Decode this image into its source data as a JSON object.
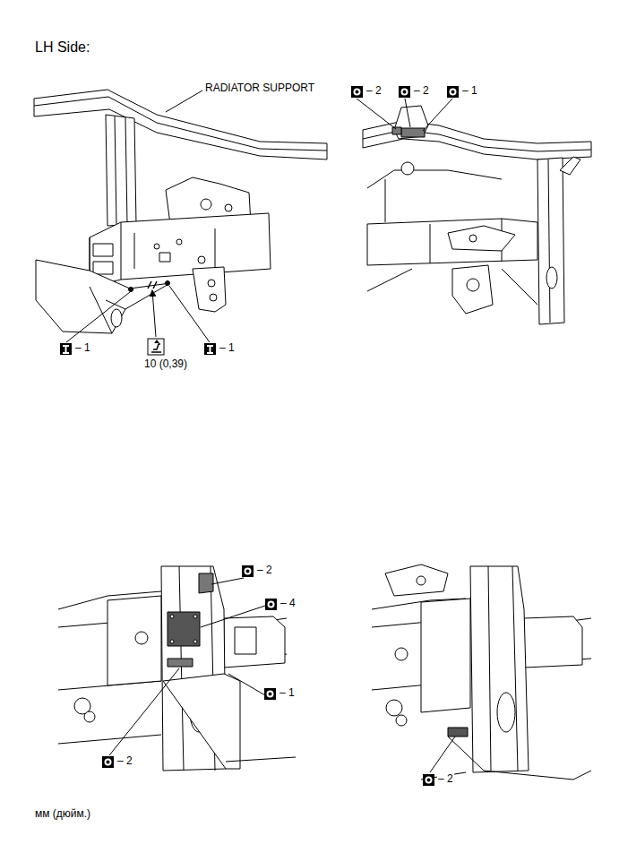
{
  "diagram": {
    "title": "LH Side:",
    "labels": [
      "RADIATOR SUPPORT",
      "– 1",
      "10 (0,39)",
      "– 1",
      "– 2",
      "– 2",
      "– 1",
      "– 2",
      "– 4",
      "– 1",
      "– 2",
      "– 2",
      "мм (дюйм.)"
    ]
  }
}
